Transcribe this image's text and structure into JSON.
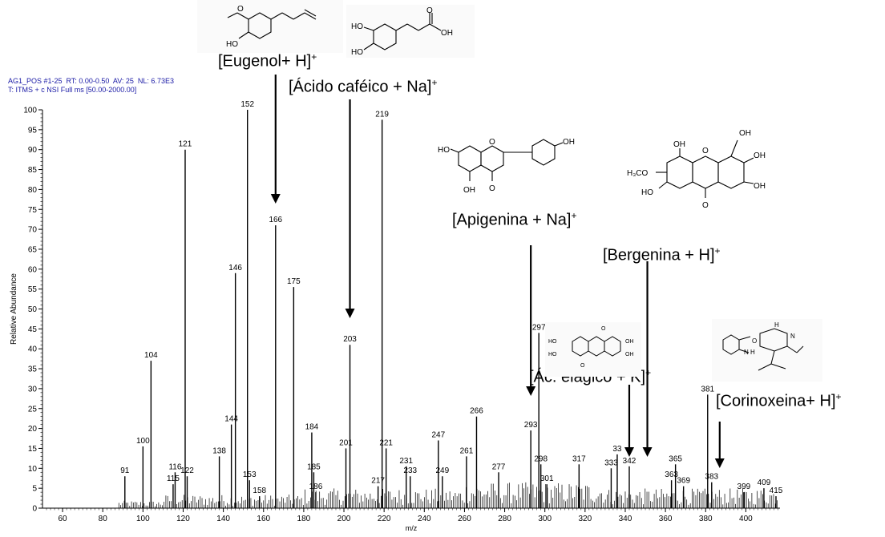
{
  "header": {
    "line1": "AG1_POS #1-25  RT: 0.00-0.50  AV: 25  NL: 6.73E3",
    "line2": "T: ITMS + c NSI Full ms [50.00-2000.00]"
  },
  "colors": {
    "header_text": "#1a1aa6",
    "peak": "#000000",
    "noise": "#000000",
    "label_tick": "#2e9e2e",
    "arrow": "#000000"
  },
  "chart_data": {
    "type": "bar",
    "xlabel": "m/z",
    "ylabel": "Relative Abundance",
    "xlim": [
      50,
      417
    ],
    "ylim": [
      0,
      100
    ],
    "x_ticks": [
      60,
      80,
      100,
      120,
      140,
      160,
      180,
      200,
      220,
      240,
      260,
      280,
      300,
      320,
      340,
      360,
      380,
      400
    ],
    "y_ticks": [
      0,
      5,
      10,
      15,
      20,
      25,
      30,
      35,
      40,
      45,
      50,
      55,
      60,
      65,
      70,
      75,
      80,
      85,
      90,
      95,
      100
    ],
    "labeled_peaks": [
      {
        "mz": 91,
        "intensity": 8,
        "label": "91"
      },
      {
        "mz": 100,
        "intensity": 15.5,
        "label": "100"
      },
      {
        "mz": 104,
        "intensity": 37,
        "label": "104"
      },
      {
        "mz": 115,
        "intensity": 6,
        "label": "115"
      },
      {
        "mz": 116,
        "intensity": 9,
        "label": "116"
      },
      {
        "mz": 121,
        "intensity": 90,
        "label": "121"
      },
      {
        "mz": 122,
        "intensity": 8,
        "label": "122"
      },
      {
        "mz": 138,
        "intensity": 13,
        "label": "138"
      },
      {
        "mz": 144,
        "intensity": 21,
        "label": "144"
      },
      {
        "mz": 146,
        "intensity": 59,
        "label": "146"
      },
      {
        "mz": 152,
        "intensity": 100,
        "label": "152"
      },
      {
        "mz": 153,
        "intensity": 7,
        "label": "153"
      },
      {
        "mz": 158,
        "intensity": 3,
        "label": "158"
      },
      {
        "mz": 166,
        "intensity": 71,
        "label": "166"
      },
      {
        "mz": 175,
        "intensity": 55.5,
        "label": "175"
      },
      {
        "mz": 184,
        "intensity": 19,
        "label": "184"
      },
      {
        "mz": 185,
        "intensity": 9,
        "label": "185"
      },
      {
        "mz": 186,
        "intensity": 4,
        "label": "186"
      },
      {
        "mz": 201,
        "intensity": 15,
        "label": "201"
      },
      {
        "mz": 203,
        "intensity": 41,
        "label": "203"
      },
      {
        "mz": 217,
        "intensity": 5.5,
        "label": "217"
      },
      {
        "mz": 219,
        "intensity": 97.5,
        "label": "219"
      },
      {
        "mz": 221,
        "intensity": 15,
        "label": "221"
      },
      {
        "mz": 231,
        "intensity": 10.5,
        "label": "231"
      },
      {
        "mz": 233,
        "intensity": 8,
        "label": "233"
      },
      {
        "mz": 247,
        "intensity": 17,
        "label": "247"
      },
      {
        "mz": 249,
        "intensity": 8,
        "label": "249"
      },
      {
        "mz": 261,
        "intensity": 13,
        "label": "261"
      },
      {
        "mz": 266,
        "intensity": 23,
        "label": "266"
      },
      {
        "mz": 277,
        "intensity": 9,
        "label": "277"
      },
      {
        "mz": 293,
        "intensity": 19.5,
        "label": "293"
      },
      {
        "mz": 297,
        "intensity": 44,
        "label": "297"
      },
      {
        "mz": 298,
        "intensity": 11,
        "label": "298"
      },
      {
        "mz": 301,
        "intensity": 6,
        "label": "301"
      },
      {
        "mz": 317,
        "intensity": 11,
        "label": "317"
      },
      {
        "mz": 333,
        "intensity": 10,
        "label": "333"
      },
      {
        "mz": 336,
        "intensity": 13.5,
        "label": "33"
      },
      {
        "mz": 342,
        "intensity": 10.5,
        "label": "342"
      },
      {
        "mz": 363,
        "intensity": 7,
        "label": "363"
      },
      {
        "mz": 365,
        "intensity": 11,
        "label": "365"
      },
      {
        "mz": 369,
        "intensity": 5.5,
        "label": "369"
      },
      {
        "mz": 381,
        "intensity": 28.5,
        "label": "381"
      },
      {
        "mz": 383,
        "intensity": 6.5,
        "label": "383"
      },
      {
        "mz": 399,
        "intensity": 4,
        "label": "399"
      },
      {
        "mz": 409,
        "intensity": 5,
        "label": "409"
      },
      {
        "mz": 415,
        "intensity": 3,
        "label": "415"
      }
    ]
  },
  "annotations": [
    {
      "id": "eugenol",
      "text": "[Eugenol+ H]",
      "sup": "+",
      "peak_mz": 166
    },
    {
      "id": "cafeico",
      "text": "[Ácido caféico + Na]",
      "sup": "+",
      "peak_mz": 203
    },
    {
      "id": "apigenina",
      "text": "[Apigenina + Na]",
      "sup": "+",
      "peak_mz": 293
    },
    {
      "id": "bergenina",
      "text": "[Bergenina + H]",
      "sup": "+",
      "peak_mz": 351
    },
    {
      "id": "elagico",
      "text": "[Ác. elagico + K]",
      "sup": "+",
      "peak_mz": 342
    },
    {
      "id": "corinoxeina",
      "text": "[Corinoxeina+ H]",
      "sup": "+",
      "peak_mz": 387
    }
  ],
  "structures": {
    "caffeic": {
      "ho1": "HO",
      "ho2": "HO",
      "oh": "OH",
      "o": "O"
    },
    "eugenol": {
      "ho": "HO",
      "o": "O"
    },
    "apigenin": {
      "ho": "HO",
      "oh_top": "OH",
      "oh_bottom": "OH",
      "o_ring": "O",
      "o_keto": "O"
    },
    "bergenin": {
      "oh1": "OH",
      "oh2": "OH",
      "oh3": "OH",
      "oh4": "OH",
      "ho": "HO",
      "h3co": "H₃CO",
      "o1": "O",
      "o2": "O"
    },
    "ellagic": {
      "ho1": "HO",
      "ho2": "HO",
      "oh1": "OH",
      "oh2": "OH",
      "o1": "O",
      "o2": "O"
    },
    "corinoxeine": {
      "h": "H",
      "n": "N",
      "nh": "N\nH",
      "o": "O"
    }
  }
}
